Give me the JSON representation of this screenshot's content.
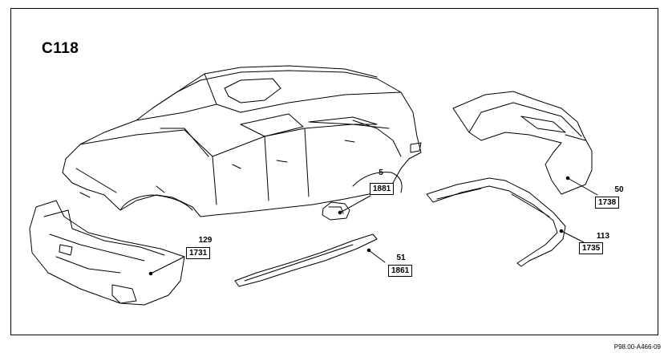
{
  "title": "C118",
  "reference": "P98.00-A466-09",
  "parts": [
    {
      "item": "5",
      "code": "1881"
    },
    {
      "item": "50",
      "code": "1738"
    },
    {
      "item": "113",
      "code": "1735"
    },
    {
      "item": "129",
      "code": "1731"
    },
    {
      "item": "51",
      "code": "1861"
    }
  ],
  "colors": {
    "line": "#000000",
    "background": "#ffffff"
  }
}
